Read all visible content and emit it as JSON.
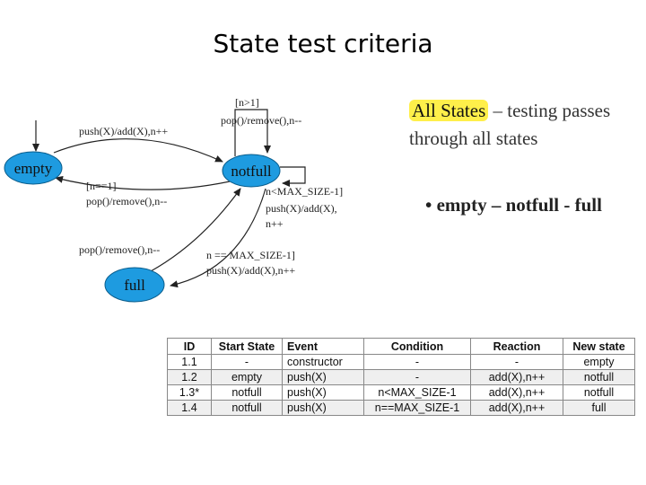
{
  "title": "State test criteria",
  "diagram": {
    "nodes": {
      "empty": "empty",
      "notfull": "notfull",
      "full": "full"
    },
    "labels": {
      "n_gt_1": "[n>1]",
      "pop_remove_self": "pop()/remove(),n--",
      "push_add_empty": "push(X)/add(X),n++",
      "n_eq_1": "[n==1]",
      "pop_remove_to_empty": "pop()/remove(),n--",
      "n_lt_max": "n<MAX_SIZE-1]",
      "push_add_self_1": "push(X)/add(X),",
      "push_add_self_2": "n++",
      "pop_remove_from_full": "pop()/remove(),n--",
      "n_eq_max": "n == MAX_SIZE-1]",
      "push_add_to_full": "push(X)/add(X),n++"
    },
    "colors": {
      "node_fill": "#1e9be0",
      "node_stroke": "#0a5d8c",
      "edge": "#222222"
    }
  },
  "side": {
    "highlight": "All States",
    "rest": " – testing passes through all states",
    "bullet": "• empty – notfull - full"
  },
  "table": {
    "headers": [
      "ID",
      "Start State",
      "Event",
      "Condition",
      "Reaction",
      "New state"
    ],
    "rows": [
      [
        "1.1",
        "-",
        "constructor",
        "-",
        "-",
        "empty"
      ],
      [
        "1.2",
        "empty",
        "push(X)",
        "-",
        "add(X),n++",
        "notfull"
      ],
      [
        "1.3*",
        "notfull",
        "push(X)",
        "n<MAX_SIZE-1",
        "add(X),n++",
        "notfull"
      ],
      [
        "1.4",
        "notfull",
        "push(X)",
        "n==MAX_SIZE-1",
        "add(X),n++",
        "full"
      ]
    ]
  }
}
